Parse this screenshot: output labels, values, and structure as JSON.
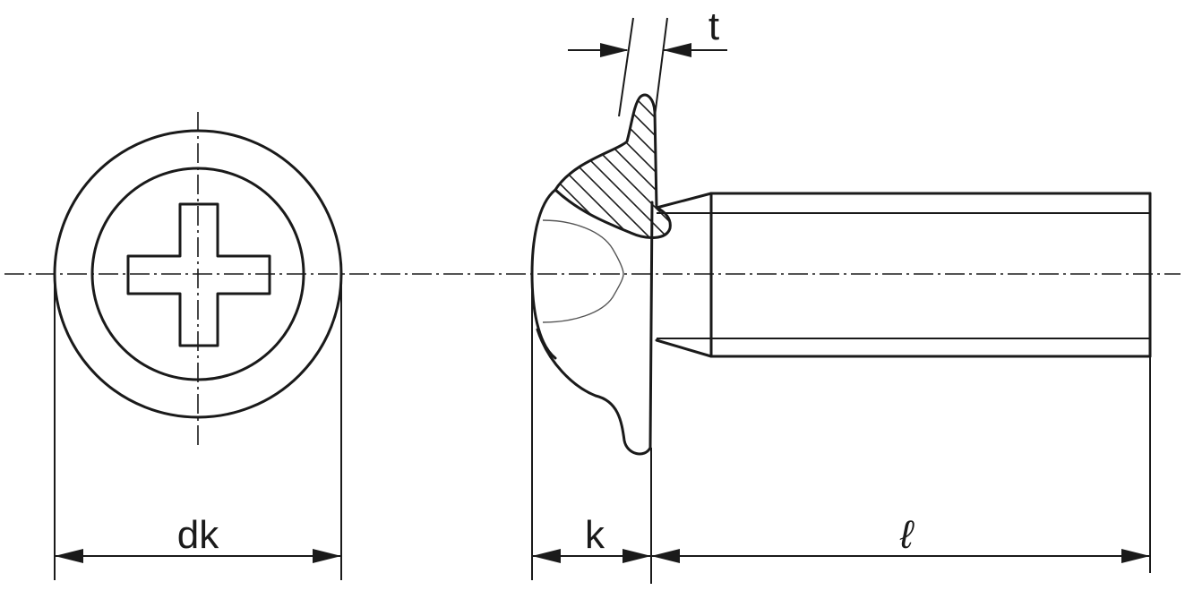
{
  "dimensions": {
    "head_diameter": "dk",
    "head_height": "k",
    "flange_thickness": "t",
    "length": "ℓ"
  },
  "colors": {
    "line": "#1a1a1a",
    "background": "#ffffff"
  }
}
